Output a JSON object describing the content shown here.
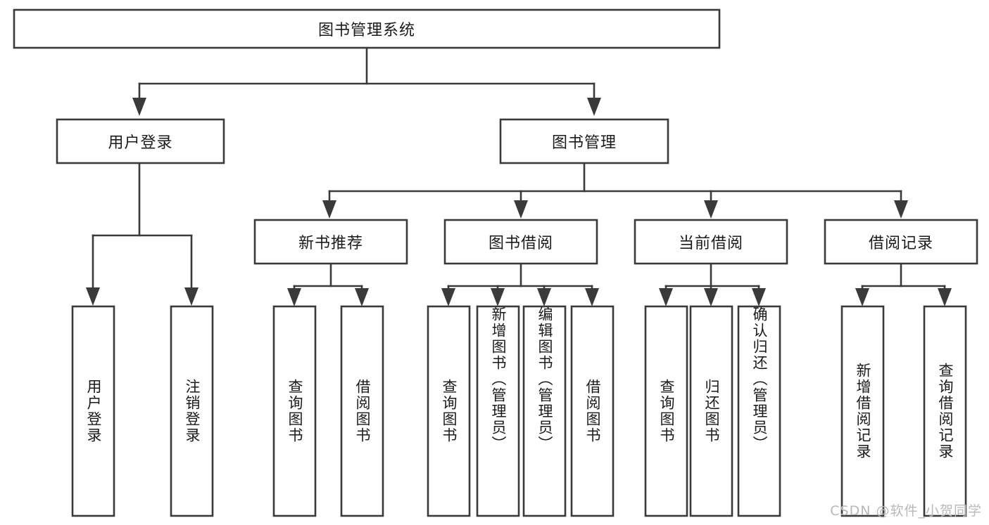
{
  "diagram": {
    "type": "tree",
    "orientation": "top-down",
    "root": {
      "id": "root",
      "label": "图书管理系统"
    },
    "level2": [
      {
        "id": "user-login",
        "label": "用户登录"
      },
      {
        "id": "book-manage",
        "label": "图书管理"
      }
    ],
    "level3": [
      {
        "id": "new-book-rec",
        "label": "新书推荐",
        "parent": "book-manage"
      },
      {
        "id": "book-borrow",
        "label": "图书借阅",
        "parent": "book-manage"
      },
      {
        "id": "current-borrow",
        "label": "当前借阅",
        "parent": "book-manage"
      },
      {
        "id": "borrow-record",
        "label": "借阅记录",
        "parent": "book-manage"
      }
    ],
    "leaves": [
      {
        "id": "leaf-user-login",
        "label": "用户登录",
        "parent": "user-login"
      },
      {
        "id": "leaf-user-logout",
        "label": "注销登录",
        "parent": "user-login"
      },
      {
        "id": "leaf-rec-query-book",
        "label": "查询图书",
        "parent": "new-book-rec"
      },
      {
        "id": "leaf-rec-borrow-book",
        "label": "借阅图书",
        "parent": "new-book-rec"
      },
      {
        "id": "leaf-borrow-query-book",
        "label": "查询图书",
        "parent": "book-borrow"
      },
      {
        "id": "leaf-borrow-add-book",
        "label": "新增图书（管理员）",
        "parent": "book-borrow"
      },
      {
        "id": "leaf-borrow-edit-book",
        "label": "编辑图书（管理员）",
        "parent": "book-borrow"
      },
      {
        "id": "leaf-borrow-borrow-book",
        "label": "借阅图书",
        "parent": "book-borrow"
      },
      {
        "id": "leaf-current-query-book",
        "label": "查询图书",
        "parent": "current-borrow"
      },
      {
        "id": "leaf-current-return-book",
        "label": "归还图书",
        "parent": "current-borrow"
      },
      {
        "id": "leaf-current-confirm-return",
        "label": "确认归还（管理员）",
        "parent": "current-borrow"
      },
      {
        "id": "leaf-record-add",
        "label": "新增借阅记录",
        "parent": "borrow-record"
      },
      {
        "id": "leaf-record-query",
        "label": "查询借阅记录",
        "parent": "borrow-record"
      }
    ],
    "colors": {
      "box_fill": "#ffffff",
      "box_stroke": "#3a3a3a",
      "connector": "#3a3a3a",
      "text": "#1a1a1a",
      "background": "#ffffff",
      "watermark": "#b8b8b8"
    }
  },
  "watermark": {
    "text": "CSDN @软件_小贺同学"
  }
}
